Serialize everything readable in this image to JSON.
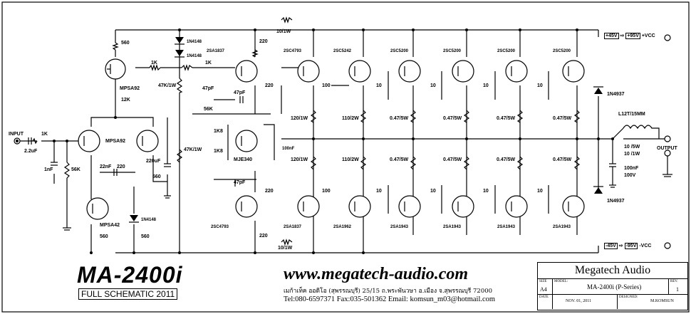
{
  "title": "MA-2400i",
  "subtitle": "FULL SCHEMATIC 2011",
  "website": "www.megatech-audio.com",
  "address_thai": "เมก้าเท็ค ออดิโอ (สุพรรณบุรี) 25/15 ถ.พระพันวษา อ.เมือง จ.สุพรรณบุรี 72000",
  "contact": "Tel:080-6597371  Fax:035-501362   Email: komsun_m03@hotmail.com",
  "title_block": {
    "company": "Megatech  Audio",
    "size_label": "SIZE",
    "size": "A4",
    "model_label": "MODEL:",
    "model": "MA-2400i (P-Series)",
    "rev_label": "REV.",
    "rev": "1",
    "date_label": "DATE",
    "date": "NOV. 01,  2011",
    "designed_label": "DESIGNED:",
    "designer": "M.KOMSUN"
  },
  "rails": {
    "pos_a": "+45V",
    "pos_b": "+95V",
    "pos_label": "+VCC",
    "neg_a": "-45V",
    "neg_b": "-95V",
    "neg_label": "-VCC"
  },
  "terminals": {
    "input": "INPUT",
    "output": "OUTPUT"
  },
  "labels": {
    "r_1k_in": "1K",
    "c_in": "2.2uF",
    "c_1nf": "1nF",
    "r_56k": "56K",
    "q_diff": "MPSA92",
    "r_560_top": "560",
    "r_12k": "12K",
    "q_top_left": "MPSA92",
    "r_1k_a": "1K",
    "r_1k_b": "1K",
    "d_1": "1N4148",
    "d_2": "1N4148",
    "r_47k_a": "47K/1W",
    "r_47k_b": "47K/1W",
    "c_220uf": "220uF",
    "r_560_mid": "560",
    "c_22nf": "22nF",
    "r_220_fb": "220",
    "q_bottom_left": "MPSA42",
    "r_560_bl": "560",
    "d_3": "1N4148",
    "r_560_br": "560",
    "q_vas_top": "2SA1837",
    "r_220_vt": "220",
    "c_47pf_top": "47pF",
    "c_47pf_a": "47pF",
    "r_56k_b": "56K",
    "r_1k8_a": "1K8",
    "r_1k8_b": "1K8",
    "q_bias": "MJE340",
    "c_100nf_bias": "100nF",
    "c_47pf_bot": "47pF",
    "q_vas_bot": "2SC4793",
    "r_220_vb": "220",
    "r_10_top": "10/1W",
    "r_10_bot": "10/1W",
    "q_drv_top": "2SC4793",
    "q_pre_top": "2SC5242",
    "q_out_top_1": "2SC5200",
    "q_out_top_2": "2SC5200",
    "q_out_top_3": "2SC5200",
    "q_out_top_4": "2SC5200",
    "q_drv_bot": "2SA1837",
    "q_pre_bot": "2SA1962",
    "q_out_bot_1": "2SA1943",
    "q_out_bot_2": "2SA1943",
    "q_out_bot_3": "2SA1943",
    "q_out_bot_4": "2SA1943",
    "r_220_dt": "220",
    "r_100_t": "100",
    "r_10_a": "10",
    "r_10_b": "10",
    "r_10_c": "10",
    "r_10_d": "10",
    "r_220_db": "220",
    "r_100_b": "100",
    "r_10_e": "10",
    "r_10_f": "10",
    "r_10_g": "10",
    "r_10_h": "10",
    "r_120_a": "120/1W",
    "r_120_b": "120/1W",
    "r_110_a": "110/2W",
    "r_110_b": "110/2W",
    "re_1": "0.47/5W",
    "re_2": "0.47/5W",
    "re_3": "0.47/5W",
    "re_4": "0.47/5W",
    "re_5": "0.47/5W",
    "re_6": "0.47/5W",
    "re_7": "0.47/5W",
    "re_8": "0.47/5W",
    "d_top": "1N4937",
    "d_bot": "1N4937",
    "l_out": "L12T/15MM",
    "r_zobel_a": "10 /5W",
    "r_zobel_b": "10 /1W",
    "c_zobel_a": "100nF",
    "c_zobel_b": "100V"
  }
}
